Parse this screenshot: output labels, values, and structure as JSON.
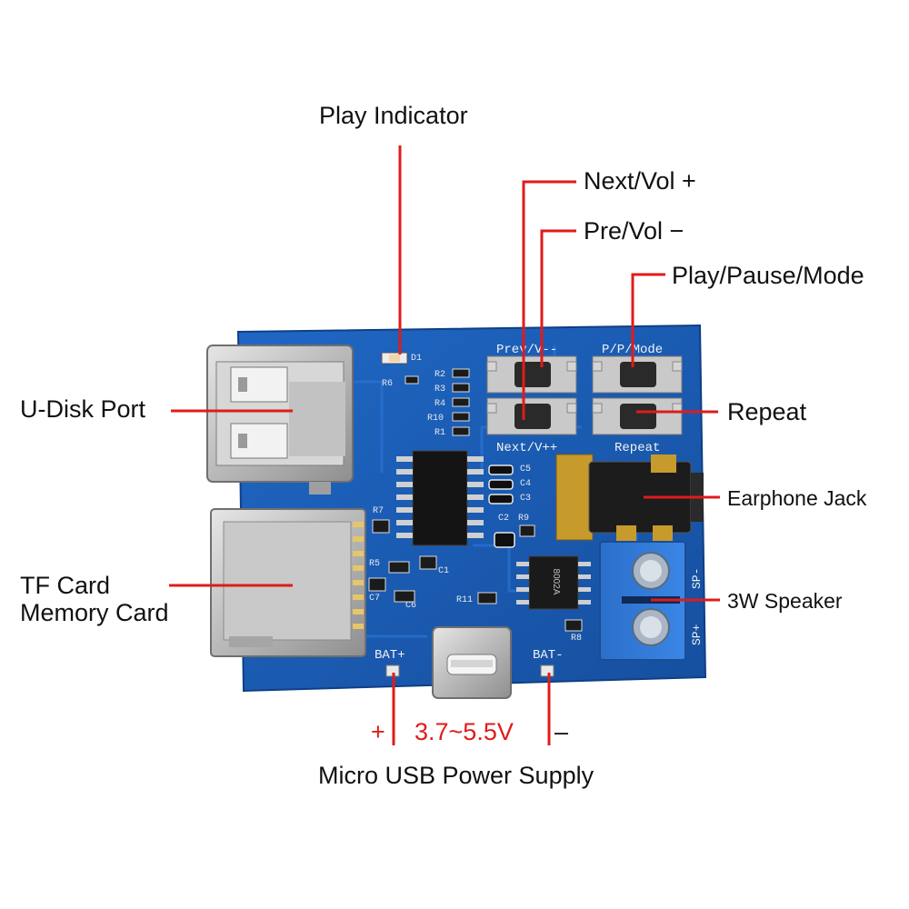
{
  "labels": {
    "play_indicator": "Play Indicator",
    "next_vol_up": "Next/Vol +",
    "pre_vol_down": "Pre/Vol −",
    "play_pause_mode": "Play/Pause/Mode",
    "u_disk_port": "U-Disk Port",
    "repeat": "Repeat",
    "earphone_jack": "Earphone Jack",
    "tf_card_line1": "TF Card",
    "tf_card_line2": "Memory Card",
    "speaker": "3W Speaker",
    "plus": "+",
    "voltage": "3.7~5.5V",
    "minus": "–",
    "power_supply": "Micro USB Power Supply"
  },
  "board_silkscreen": {
    "prev_button": "Prev/V--",
    "play_button": "P/P/Mode",
    "next_button": "Next/V++",
    "repeat_button": "Repeat",
    "bat_plus": "BAT+",
    "bat_minus": "BAT-",
    "sp_minus": "SP-",
    "sp_plus": "SP+",
    "chip_text": "8002A",
    "components": [
      "D1",
      "R6",
      "R2",
      "R3",
      "R4",
      "R10",
      "R1",
      "C5",
      "C4",
      "C3",
      "C2",
      "R9",
      "R7",
      "R5",
      "C1",
      "C7",
      "C6",
      "R11",
      "R8"
    ]
  },
  "colors": {
    "pcb": "#1a5db6",
    "pcb_dark": "#134a96",
    "callout_line": "#e01b1b",
    "text": "#111111",
    "accent_text": "#e01b1b",
    "terminal": "#2f79d6",
    "metal": "#c8c8c8",
    "gold": "#c79a2c"
  },
  "icons": {
    "usb_a": "usb-a-port-icon",
    "microsd": "microsd-slot-icon",
    "micro_usb": "micro-usb-port-icon",
    "jack": "audio-jack-icon",
    "terminal": "screw-terminal-icon",
    "tact": "tact-switch-icon",
    "ic": "ic-chip-icon"
  }
}
